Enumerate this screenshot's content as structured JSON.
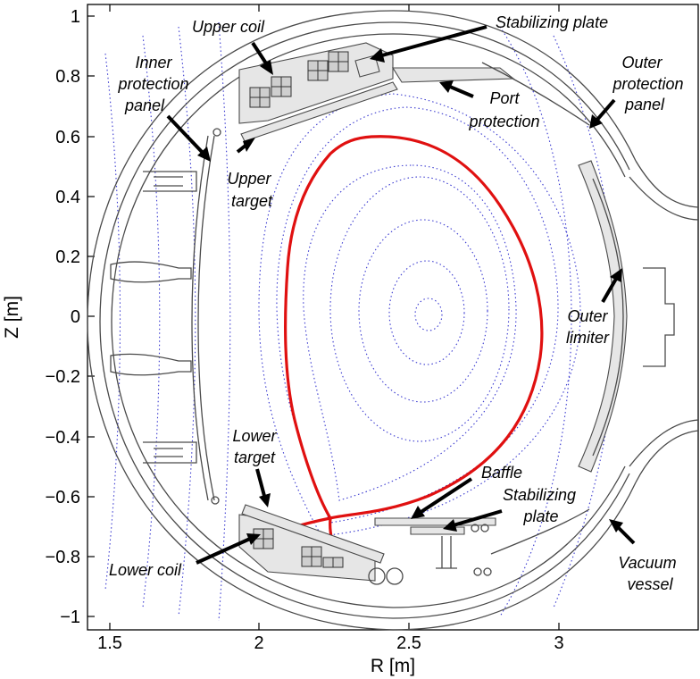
{
  "axes": {
    "x_label": "R [m]",
    "y_label": "Z [m]",
    "x_ticks": [
      "1.5",
      "2",
      "2.5",
      "3"
    ],
    "y_ticks": [
      "1",
      "0.8",
      "0.6",
      "0.4",
      "0.2",
      "0",
      "−0.2",
      "−0.4",
      "−0.6",
      "−0.8",
      "−1"
    ]
  },
  "labels": {
    "upper_coil": "Upper coil",
    "stabilizing_plate_top": "Stabilizing plate",
    "inner_protection_1": "Inner",
    "inner_protection_2": "protection",
    "inner_protection_3": "panel",
    "port_protection_1": "Port",
    "port_protection_2": "protection",
    "outer_protection_1": "Outer",
    "outer_protection_2": "protection",
    "outer_protection_3": "panel",
    "upper_target_1": "Upper",
    "upper_target_2": "target",
    "outer_limiter_1": "Outer",
    "outer_limiter_2": "limiter",
    "lower_target_1": "Lower",
    "lower_target_2": "target",
    "baffle": "Baffle",
    "stabilizing_plate_bottom_1": "Stabilizing",
    "stabilizing_plate_bottom_2": "plate",
    "lower_coil": "Lower coil",
    "vacuum_vessel_1": "Vacuum",
    "vacuum_vessel_2": "vessel"
  },
  "colors": {
    "plasma_boundary": "#e01010",
    "flux_surfaces": "#3a3ad0",
    "hardware": "#4a4a4a"
  }
}
